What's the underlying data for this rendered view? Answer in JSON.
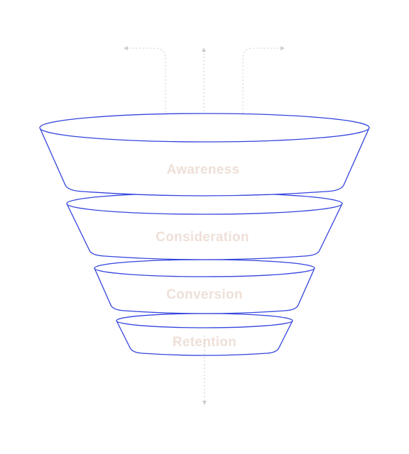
{
  "diagram": {
    "stages": [
      {
        "label": "Awareness"
      },
      {
        "label": "Consideration"
      },
      {
        "label": "Conversion"
      },
      {
        "label": "Retention"
      }
    ],
    "colors": {
      "outline": "#3344dd",
      "label": "#eee0d8",
      "flow": "#cccccc",
      "background": "#ffffff"
    },
    "icons": {
      "flow_arrows": "arrowhead-icon"
    }
  }
}
